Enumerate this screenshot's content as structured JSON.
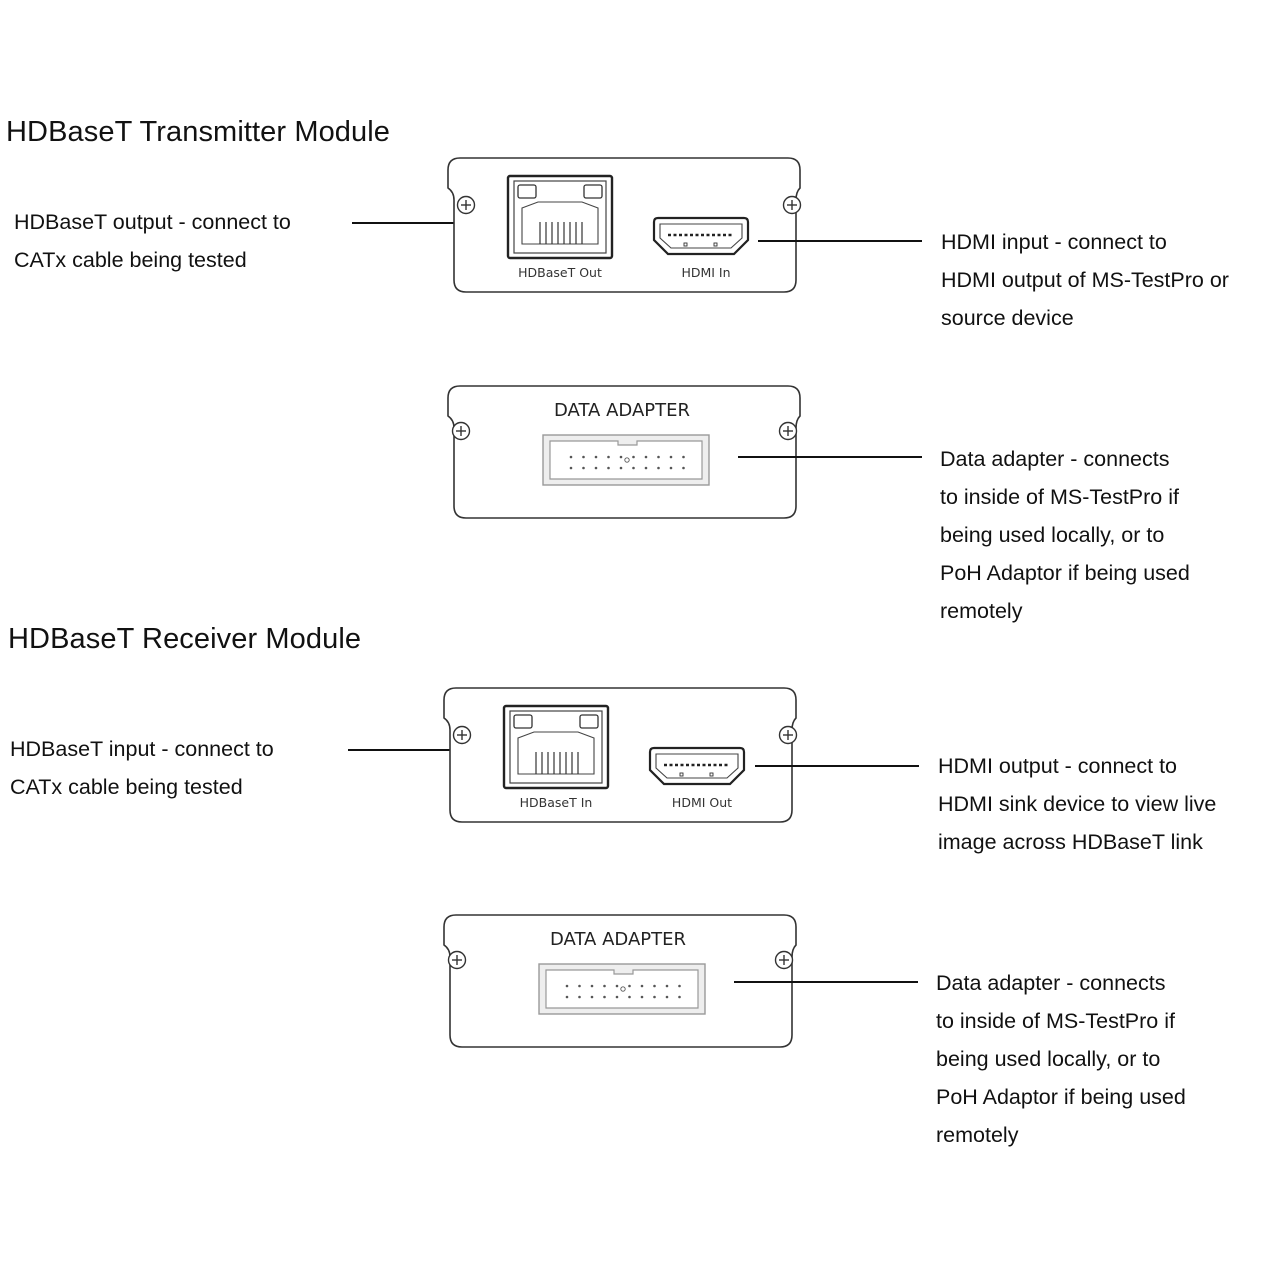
{
  "colors": {
    "text": "#111111",
    "line": "#222222",
    "panel_stroke": "#333333",
    "connector_gray": "#999999"
  },
  "sections": [
    {
      "title": "HDBaseT Transmitter Module",
      "io_module": {
        "ports": [
          {
            "type": "rj45",
            "icon": "rj45-port-icon",
            "label": "HDBaseT Out"
          },
          {
            "type": "hdmi",
            "icon": "hdmi-port-icon",
            "label": "HDMI In"
          }
        ],
        "callouts": {
          "left": "HDBaseT output - connect to\nCATx cable being tested",
          "right": "HDMI input - connect to\nHDMI output of MS-TestPro or\nsource device"
        }
      },
      "data_module": {
        "label": "DATA ADAPTER",
        "icon": "data-connector-icon",
        "callout": "Data adapter - connects\nto inside of MS-TestPro if\nbeing used locally, or to\nPoH Adaptor if being used\nremotely"
      }
    },
    {
      "title": "HDBaseT Receiver Module",
      "io_module": {
        "ports": [
          {
            "type": "rj45",
            "icon": "rj45-port-icon",
            "label": "HDBaseT In"
          },
          {
            "type": "hdmi",
            "icon": "hdmi-port-icon",
            "label": "HDMI Out"
          }
        ],
        "callouts": {
          "left": "HDBaseT input - connect to\nCATx cable being tested",
          "right": "HDMI output - connect to\nHDMI sink device to view live\nimage across HDBaseT link"
        }
      },
      "data_module": {
        "label": "DATA ADAPTER",
        "icon": "data-connector-icon",
        "callout": "Data adapter - connects\nto inside of MS-TestPro if\nbeing used locally, or to\nPoH Adaptor if being used\nremotely"
      }
    }
  ]
}
